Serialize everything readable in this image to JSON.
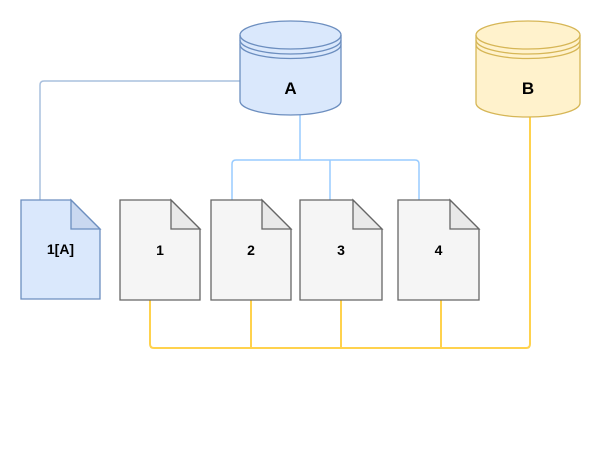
{
  "diagram": {
    "title": "database-to-documents-replication-diagram",
    "nodes": {
      "db_a": {
        "label": "A",
        "type": "database-cylinder"
      },
      "db_b": {
        "label": "B",
        "type": "database-cylinder"
      },
      "doc_1a": {
        "label": "1[A]",
        "type": "document"
      },
      "doc_1": {
        "label": "1",
        "type": "document"
      },
      "doc_2": {
        "label": "2",
        "type": "document"
      },
      "doc_3": {
        "label": "3",
        "type": "document"
      },
      "doc_4": {
        "label": "4",
        "type": "document"
      }
    },
    "edges": {
      "a_to_doc_1a": {
        "from": "A",
        "to": "1[A]",
        "color_key": "edge_blue_muted"
      },
      "a_to_docs_2_3_4": {
        "from": "A",
        "to": "2,3,4",
        "color_key": "edge_blue"
      },
      "b_to_docs_1_2_3_4": {
        "from": "B",
        "to": "1,2,3,4",
        "color_key": "edge_yellow"
      }
    },
    "colors": {
      "background": "#ffffff",
      "node_blue_fill": "#dae8fc",
      "node_blue_stroke": "#6c8ebf",
      "node_blue_flap": "#c9d8f0",
      "node_yellow_fill": "#fff2cc",
      "node_yellow_stroke": "#d6b656",
      "doc_gray_fill": "#f5f5f5",
      "doc_gray_stroke": "#666666",
      "doc_gray_flap": "#e9e9e9",
      "edge_blue": "#99ccff",
      "edge_blue_muted": "#a9c0de",
      "edge_yellow": "#ffd24d",
      "text": "#000000"
    }
  }
}
